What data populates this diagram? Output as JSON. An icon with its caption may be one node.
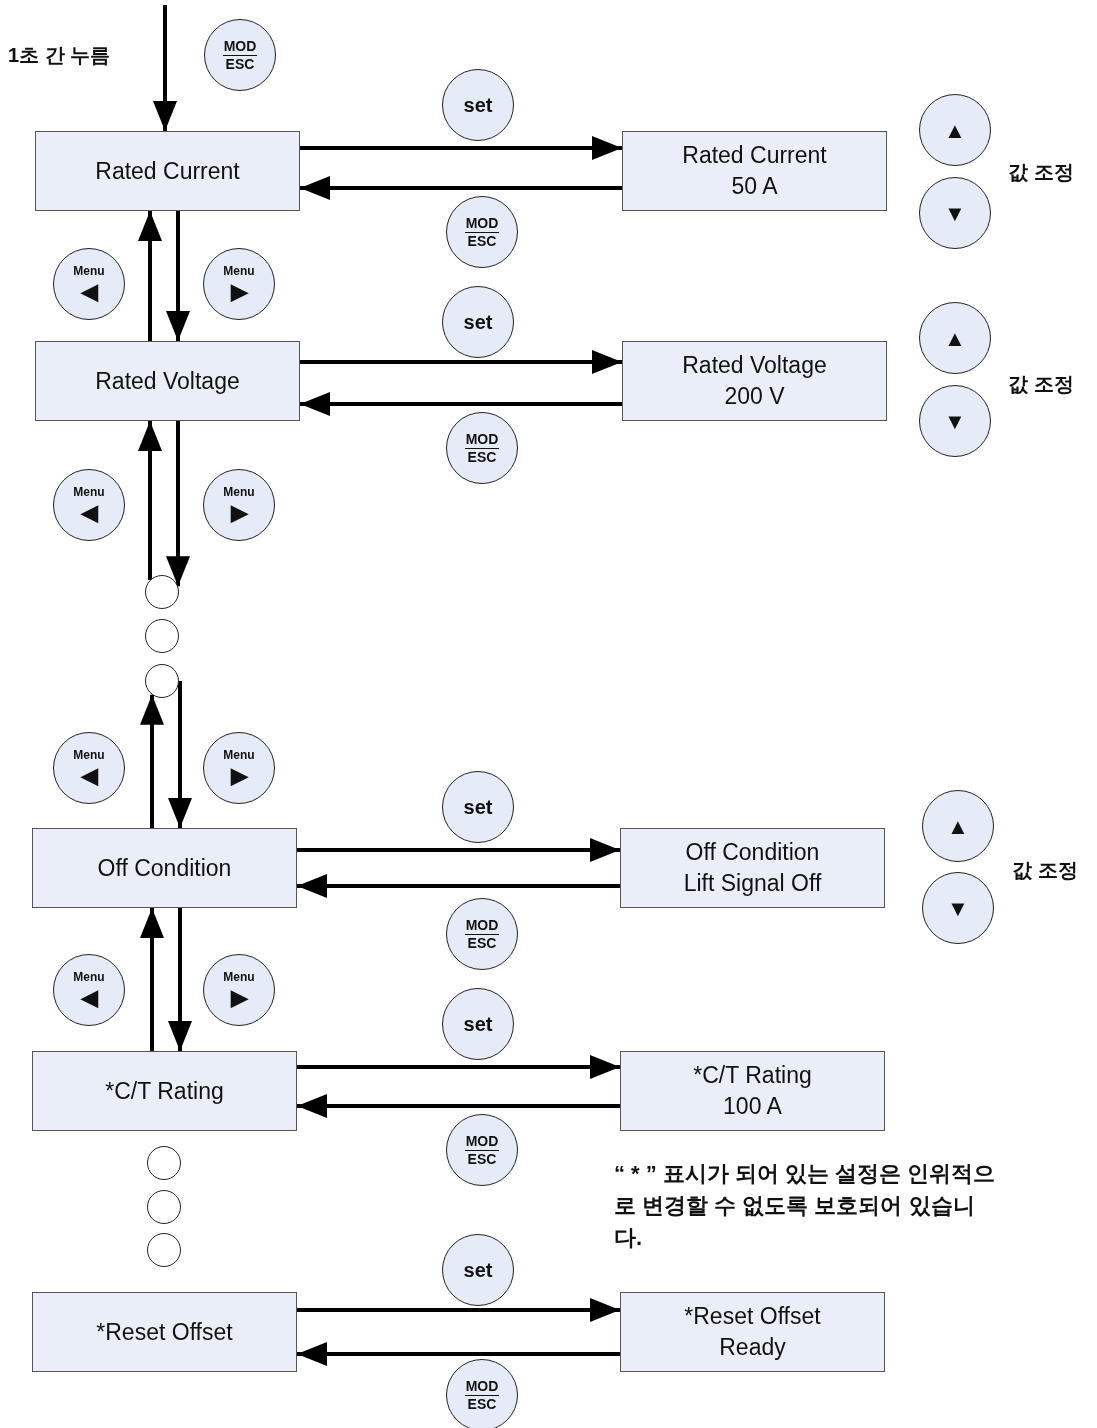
{
  "diagram": {
    "nodes": [
      {
        "text": [
          "MOD",
          "ESC"
        ]
      },
      {
        "text": [
          "Rated Current"
        ]
      },
      {
        "text": [
          "set"
        ]
      },
      {
        "text": [
          "Rated Current",
          "50 A"
        ]
      },
      {
        "text": [
          "▲"
        ]
      },
      {
        "text": [
          "▼"
        ]
      },
      {
        "text": [
          "MOD",
          "ESC"
        ]
      },
      {
        "text": [
          "Menu",
          "◀"
        ]
      },
      {
        "text": [
          "Menu",
          "▶"
        ]
      },
      {
        "text": [
          "Rated Voltage"
        ]
      },
      {
        "text": [
          "set"
        ]
      },
      {
        "text": [
          "Rated Voltage",
          "200 V"
        ]
      },
      {
        "text": [
          "▲"
        ]
      },
      {
        "text": [
          "▼"
        ]
      },
      {
        "text": [
          "MOD",
          "ESC"
        ]
      },
      {
        "text": [
          "Menu",
          "◀"
        ]
      },
      {
        "text": [
          "Menu",
          "▶"
        ]
      },
      {
        "text": [],
        "shape": "circle"
      },
      {
        "text": [],
        "shape": "circle"
      },
      {
        "text": [],
        "shape": "circle"
      },
      {
        "text": [
          "Menu",
          "◀"
        ]
      },
      {
        "text": [
          "Menu",
          "▶"
        ]
      },
      {
        "text": [
          "set"
        ]
      },
      {
        "text": [
          "Off Condition"
        ]
      },
      {
        "text": [
          "Off Condition",
          "Lift Signal Off"
        ]
      },
      {
        "text": [
          "▲"
        ]
      },
      {
        "text": [
          "▼"
        ]
      },
      {
        "text": [
          "MOD",
          "ESC"
        ]
      },
      {
        "text": [
          "Menu",
          "◀"
        ]
      },
      {
        "text": [
          "Menu",
          "▶"
        ]
      },
      {
        "text": [
          "set"
        ]
      },
      {
        "text": [
          "*C/T Rating"
        ]
      },
      {
        "text": [
          "*C/T Rating",
          "100 A"
        ]
      },
      {
        "text": [
          "MOD",
          "ESC"
        ]
      },
      {
        "text": [],
        "shape": "circle"
      },
      {
        "text": [],
        "shape": "circle"
      },
      {
        "text": [],
        "shape": "circle"
      },
      {
        "text": [
          "set"
        ]
      },
      {
        "text": [
          "*Reset Offset"
        ]
      },
      {
        "text": [
          "*Reset Offset",
          "Ready"
        ]
      },
      {
        "text": [
          "MOD",
          "ESC"
        ]
      }
    ],
    "edges": [
      {
        "from": null,
        "to": 1,
        "arrow": "to",
        "label": "1초 간 누름"
      },
      {
        "from": 1,
        "to": 3,
        "arrow": "to"
      },
      {
        "from": 3,
        "to": 1,
        "arrow": "to"
      },
      {
        "from": 9,
        "to": 1,
        "arrow": "to"
      },
      {
        "from": 1,
        "to": 9,
        "arrow": "to"
      },
      {
        "from": 9,
        "to": 11,
        "arrow": "to"
      },
      {
        "from": 11,
        "to": 9,
        "arrow": "to"
      },
      {
        "from": 17,
        "to": 9,
        "arrow": "to"
      },
      {
        "from": 9,
        "to": 17,
        "arrow": "to"
      },
      {
        "from": 23,
        "to": 19,
        "arrow": "to"
      },
      {
        "from": 19,
        "to": 23,
        "arrow": "to"
      },
      {
        "from": 23,
        "to": 24,
        "arrow": "to"
      },
      {
        "from": 24,
        "to": 23,
        "arrow": "to"
      },
      {
        "from": 31,
        "to": 23,
        "arrow": "to"
      },
      {
        "from": 23,
        "to": 31,
        "arrow": "to"
      },
      {
        "from": 31,
        "to": 32,
        "arrow": "to"
      },
      {
        "from": 32,
        "to": 31,
        "arrow": "to"
      },
      {
        "from": 38,
        "to": 39,
        "arrow": "to"
      },
      {
        "from": 39,
        "to": 38,
        "arrow": "to"
      }
    ],
    "labels": [
      "값 조정",
      "값 조정",
      "값 조정",
      "“ * ” 표시가 되어 있는 설정은 인위적으로 변경할 수 없도록 보호되어 있습니다."
    ]
  }
}
